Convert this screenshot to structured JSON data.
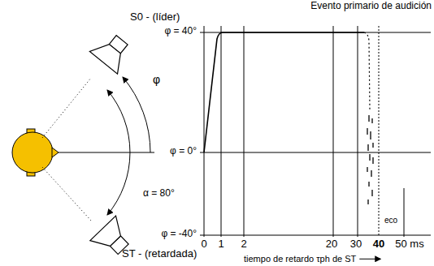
{
  "diagram": {
    "title": "Evento primario de audición",
    "labels": [
      "S0 - (líder)",
      "φ",
      "α = 80°",
      "ST - (retardada)",
      "φ = 40°",
      "φ = 0°",
      "φ = -40°",
      "0",
      "1",
      "2",
      "20",
      "30",
      "40",
      "50 ms",
      "eco",
      "tiempo de retardo τph de ST"
    ]
  }
}
